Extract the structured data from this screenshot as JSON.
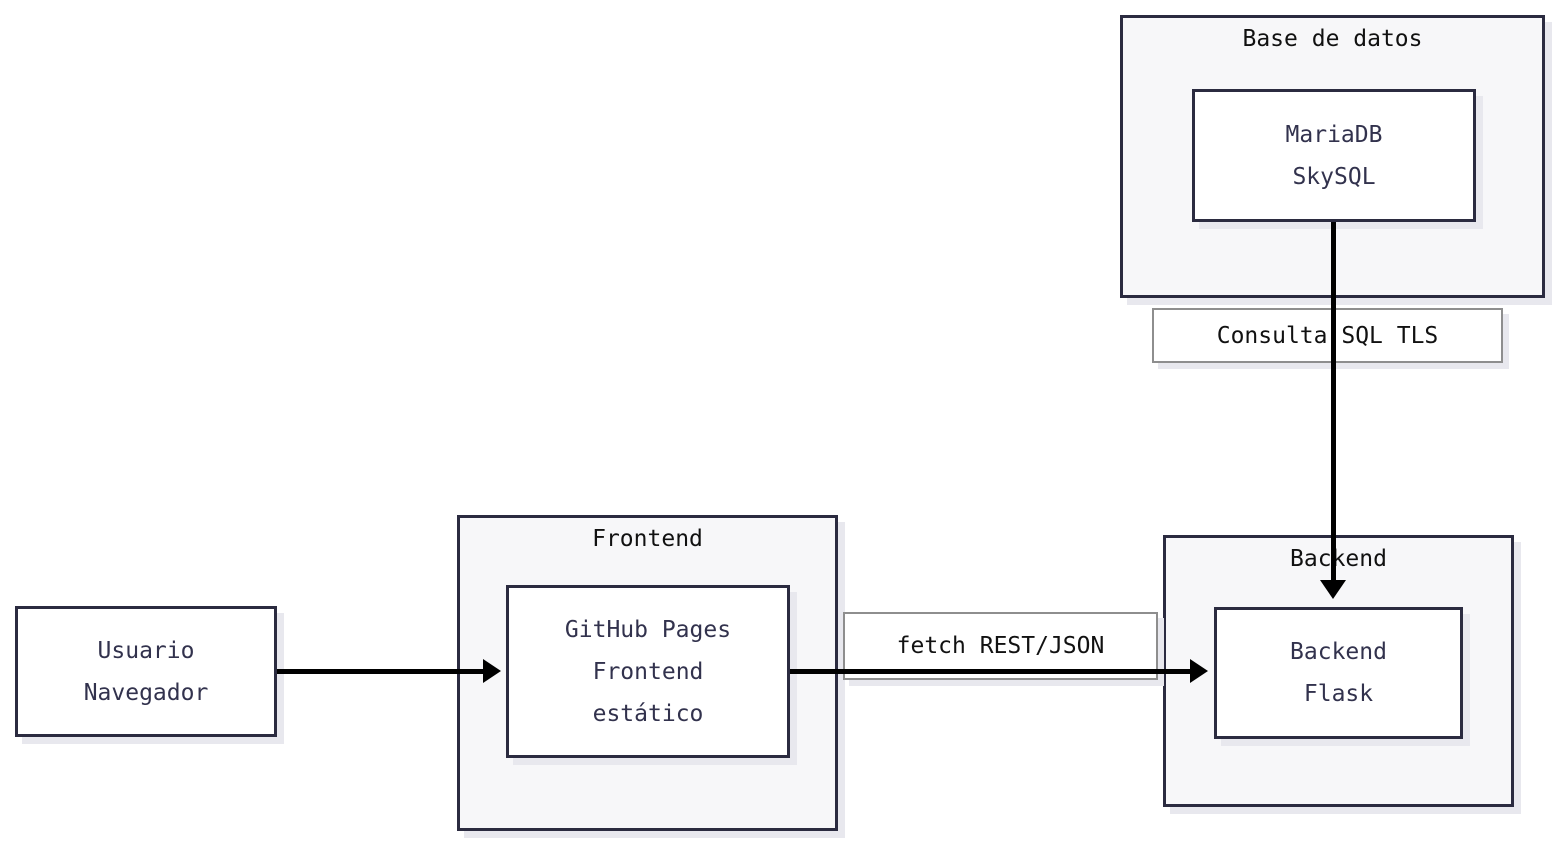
{
  "diagram": {
    "type": "architecture-flowchart",
    "containers": [
      {
        "id": "database",
        "title": "Base de datos"
      },
      {
        "id": "frontend",
        "title": "Frontend"
      },
      {
        "id": "backend",
        "title": "Backend"
      }
    ],
    "nodes": [
      {
        "id": "user",
        "lines": [
          "Usuario",
          "Navegador"
        ]
      },
      {
        "id": "github_pages",
        "lines": [
          "GitHub Pages",
          "Frontend",
          "estático"
        ]
      },
      {
        "id": "backend_flask",
        "lines": [
          "Backend",
          "Flask"
        ]
      },
      {
        "id": "mariadb",
        "lines": [
          "MariaDB",
          "SkySQL"
        ]
      }
    ],
    "edges": [
      {
        "id": "user_to_frontend",
        "from": "user",
        "to": "github_pages",
        "label": ""
      },
      {
        "id": "frontend_to_backend",
        "from": "github_pages",
        "to": "backend_flask",
        "label": "fetch REST/JSON"
      },
      {
        "id": "database_to_backend",
        "from": "mariadb",
        "to": "backend_flask",
        "label": "Consulta SQL TLS"
      }
    ],
    "colors": {
      "node_border": "#2b2b40",
      "node_fill": "#ffffff",
      "container_fill": "#f7f7f9",
      "container_border": "#2b2b40",
      "label_border": "#8e8e8e",
      "label_fill": "#ffffff",
      "node_text": "#32324d",
      "title_text": "#111111",
      "arrow": "#000000",
      "shadow": "#e8e8ee",
      "background": "#ffffff"
    }
  }
}
